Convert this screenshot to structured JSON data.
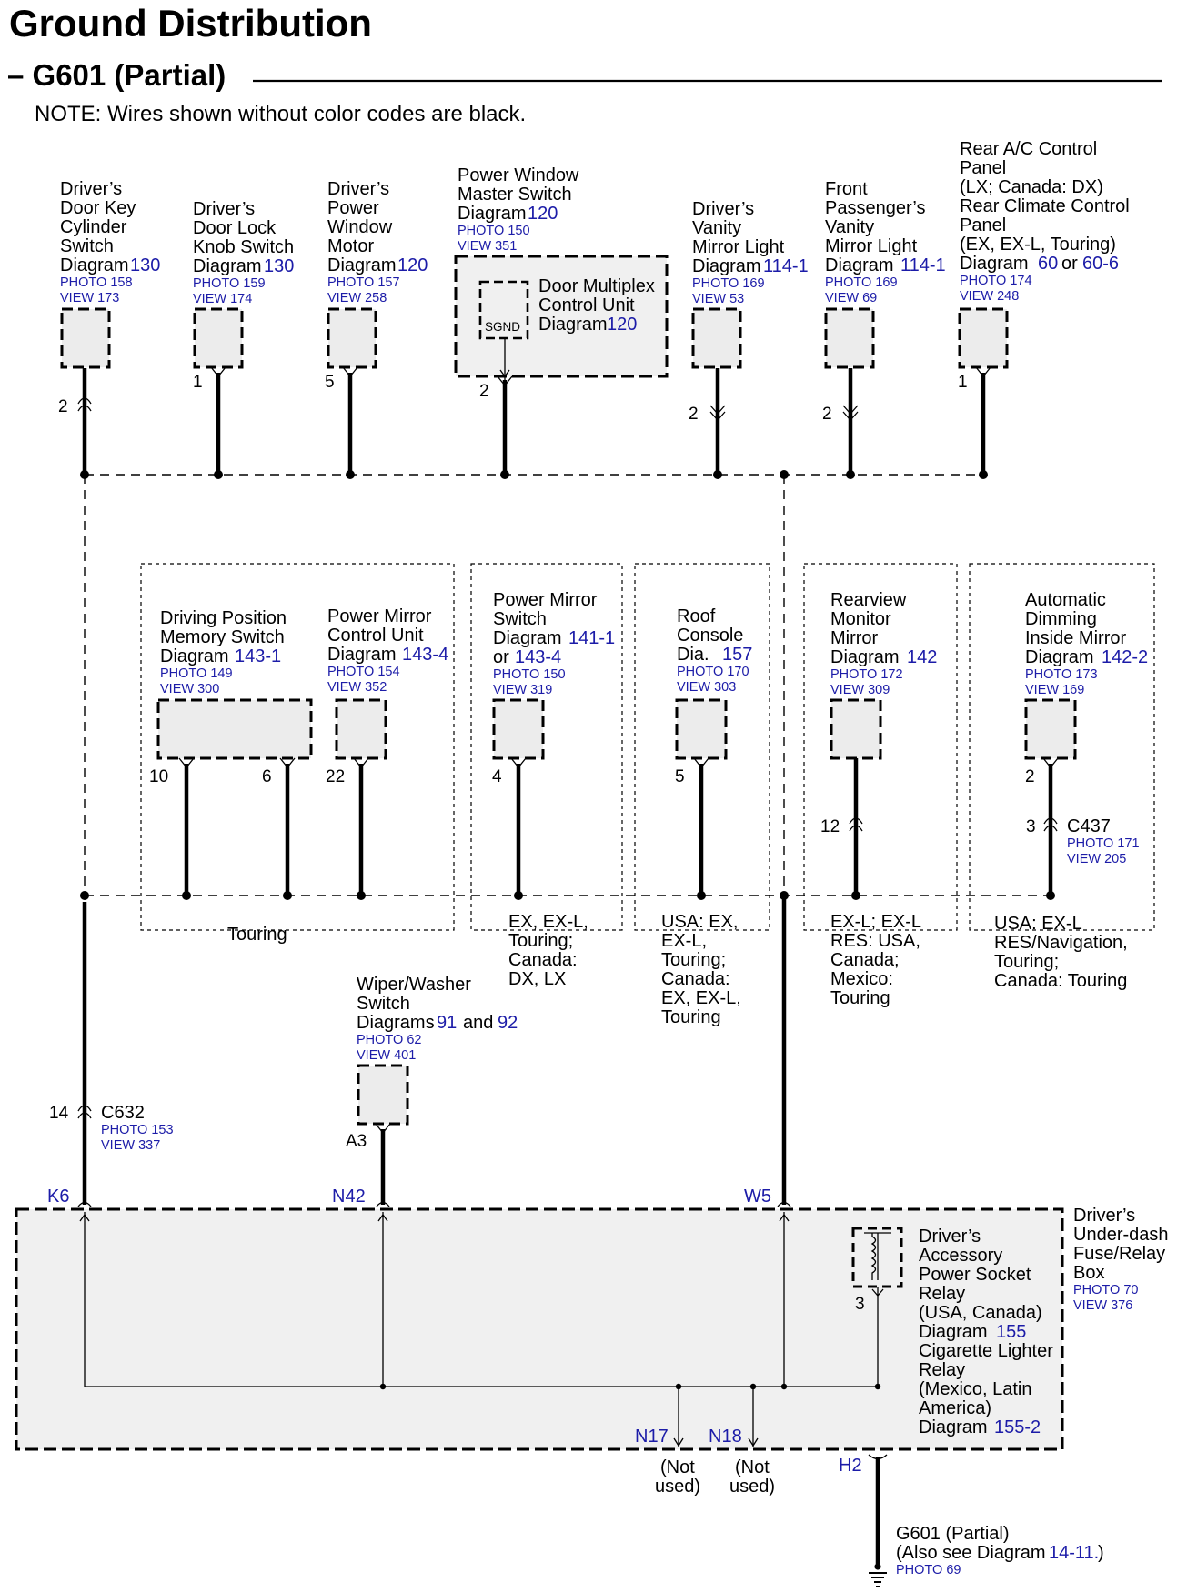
{
  "header": {
    "title": "Ground Distribution",
    "subtitle": "– G601 (Partial)",
    "note": "NOTE: Wires shown without color codes are black."
  },
  "components": {
    "door_key": {
      "l1": "Driver’s",
      "l2": "Door Key",
      "l3": "Cylinder",
      "l4": "Switch",
      "diag_word": "Diagram",
      "diag_num": "130",
      "photo": "PHOTO 158",
      "view": "VIEW 173",
      "pin": "2"
    },
    "door_lock": {
      "l1": "Driver’s",
      "l2": "Door Lock",
      "l3": "Knob Switch",
      "diag_word": "Diagram",
      "diag_num": "130",
      "photo": "PHOTO 159",
      "view": "VIEW 174",
      "pin": "1"
    },
    "pw_motor": {
      "l1": "Driver’s",
      "l2": "Power",
      "l3": "Window",
      "l4": "Motor",
      "diag_word": "Diagram",
      "diag_num": "120",
      "photo": "PHOTO 157",
      "view": "VIEW 258",
      "pin": "5"
    },
    "pw_master": {
      "l1": "Power Window",
      "l2": "Master Switch",
      "diag_word": "Diagram",
      "diag_num": "120",
      "photo": "PHOTO 150",
      "view": "VIEW 351",
      "pin": "2",
      "sgnd": "SGND",
      "inner_l1": "Door Multiplex",
      "inner_l2": "Control Unit",
      "inner_diag": "Diagram",
      "inner_num": "120"
    },
    "vanity_driver": {
      "l1": "Driver’s",
      "l2": "Vanity",
      "l3": "Mirror Light",
      "diag_word": "Diagram",
      "diag_num": "114-1",
      "photo": "PHOTO 169",
      "view": "VIEW 53",
      "pin": "2"
    },
    "vanity_front": {
      "l1": "Front",
      "l2": "Passenger’s",
      "l3": "Vanity",
      "l4": "Mirror Light",
      "diag_word": "Diagram",
      "diag_num": "114-1",
      "photo": "PHOTO 169",
      "view": "VIEW 69",
      "pin": "2"
    },
    "rear_ac": {
      "l1": "Rear A/C Control",
      "l2": "Panel",
      "l3": "(LX; Canada: DX)",
      "l4": "Rear Climate Control",
      "l5": "Panel",
      "l6": "(EX, EX-L, Touring)",
      "diag_word": "Diagram",
      "diag_num_a": "60",
      "or_word": "or",
      "diag_num_b": "60-6",
      "photo": "PHOTO 174",
      "view": "VIEW 248",
      "pin": "1"
    },
    "memory": {
      "l1": "Driving Position",
      "l2": "Memory Switch",
      "diag_word": "Diagram",
      "diag_num": "143-1",
      "photo": "PHOTO 149",
      "view": "VIEW 300",
      "pin_a": "10",
      "pin_b": "6"
    },
    "pm_control": {
      "l1": "Power Mirror",
      "l2": "Control Unit",
      "diag_word": "Diagram",
      "diag_num": "143-4",
      "photo": "PHOTO 154",
      "view": "VIEW 352",
      "pin": "22"
    },
    "pm_switch": {
      "l1": "Power Mirror",
      "l2": "Switch",
      "diag_word": "Diagram",
      "diag_num": "141-1",
      "or_word": "or",
      "diag_num_b": "143-4",
      "photo": "PHOTO 150",
      "view": "VIEW 319",
      "pin": "4"
    },
    "roof": {
      "l1": "Roof",
      "l2": "Console",
      "diag_word": "Dia.",
      "diag_num": "157",
      "photo": "PHOTO 170",
      "view": "VIEW 303",
      "pin": "5"
    },
    "rearview": {
      "l1": "Rearview",
      "l2": "Monitor",
      "l3": "Mirror",
      "diag_word": "Diagram",
      "diag_num": "142",
      "photo": "PHOTO 172",
      "view": "VIEW 309",
      "pin": "12"
    },
    "auto_dim": {
      "l1": "Automatic",
      "l2": "Dimming",
      "l3": "Inside Mirror",
      "diag_word": "Diagram",
      "diag_num": "142-2",
      "photo": "PHOTO 173",
      "view": "VIEW 169",
      "pin_top": "2",
      "pin_conn": "3",
      "conn": "C437",
      "conn_photo": "PHOTO 171",
      "conn_view": "VIEW 205"
    },
    "wiper": {
      "l1": "Wiper/Washer",
      "l2": "Switch",
      "diag_word": "Diagrams",
      "diag_num_a": "91",
      "and_word": "and",
      "diag_num_b": "92",
      "photo": "PHOTO 62",
      "view": "VIEW 401",
      "pin": "A3"
    }
  },
  "option_notes": {
    "touring": "Touring",
    "pm_switch": [
      "EX, EX-L,",
      "Touring;",
      "Canada:",
      "DX, LX"
    ],
    "roof": [
      "USA: EX,",
      "EX-L,",
      "Touring;",
      "Canada:",
      "EX, EX-L,",
      "Touring"
    ],
    "rearview": [
      "EX-L; EX-L",
      "RES: USA,",
      "Canada;",
      "Mexico:",
      "Touring"
    ],
    "auto_dim": [
      "USA: EX-L",
      "RES/Navigation,",
      "Touring;",
      "Canada: Touring"
    ]
  },
  "c632": {
    "pin": "14",
    "name": "C632",
    "photo": "PHOTO 153",
    "view": "VIEW 337"
  },
  "fuse_box": {
    "pins": {
      "k6": "K6",
      "n42": "N42",
      "w5": "W5",
      "n17": "N17",
      "n18": "N18",
      "h2": "H2",
      "relay_pin": "3"
    },
    "title": [
      "Driver’s",
      "Under-dash",
      "Fuse/Relay",
      "Box"
    ],
    "photo": "PHOTO 70",
    "view": "VIEW 376",
    "relay_lines": [
      "Driver’s",
      "Accessory",
      "Power Socket",
      "Relay",
      "(USA, Canada)"
    ],
    "relay_diag_word": "Diagram",
    "relay_diag_num": "155",
    "relay_lines2": [
      "Cigarette Lighter",
      "Relay",
      "(Mexico, Latin",
      "America)"
    ],
    "relay_diag2_word": "Diagram",
    "relay_diag2_num": "155-2",
    "not_used": [
      "(Not",
      "used)"
    ]
  },
  "ground": {
    "l1": "G601 (Partial)",
    "l2a": "(Also see Diagram",
    "l2num": "14-11.",
    "l2b": ")",
    "photo": "PHOTO 69"
  }
}
